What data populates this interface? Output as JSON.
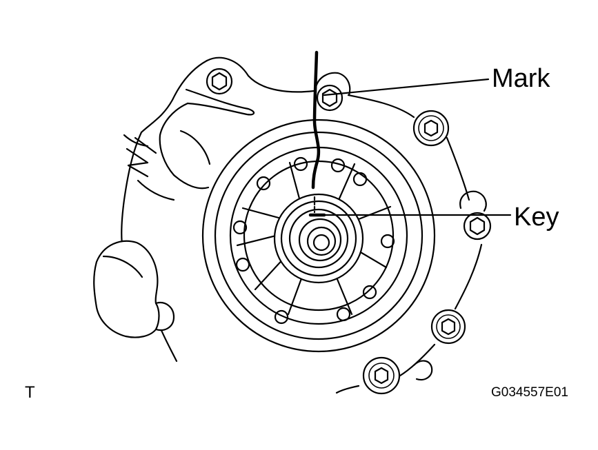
{
  "labels": {
    "mark": "Mark",
    "key": "Key"
  },
  "corner_letter": "T",
  "figure_code": "G034557E01",
  "colors": {
    "line": "#000000",
    "background": "#ffffff"
  }
}
